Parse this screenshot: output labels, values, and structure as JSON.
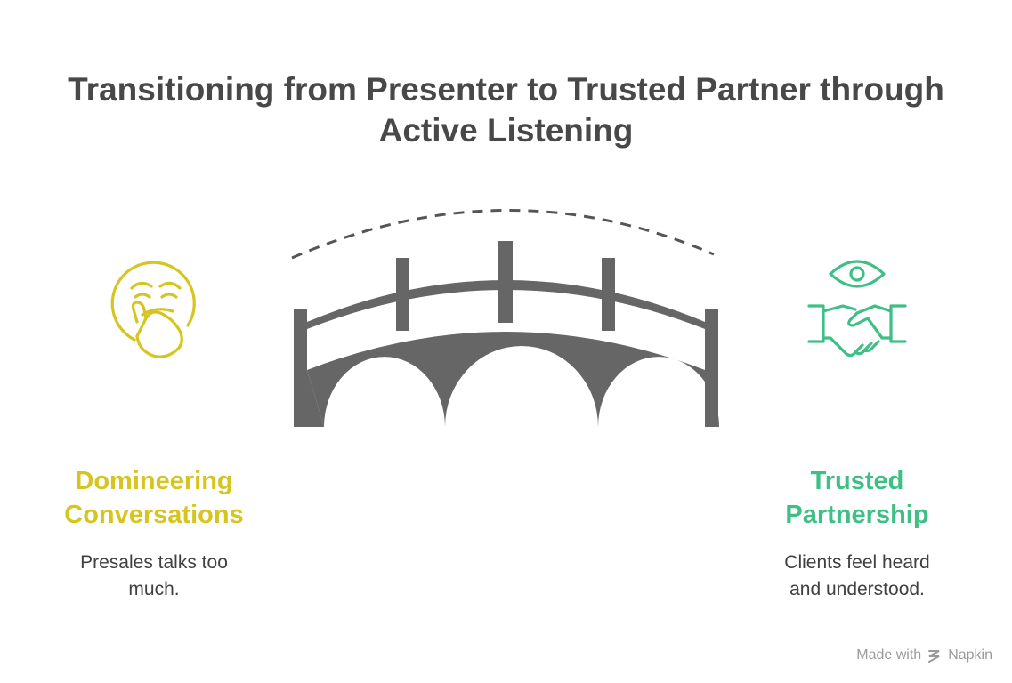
{
  "title": {
    "line1": "Transitioning from Presenter to Trusted Partner through",
    "line2": "Active Listening"
  },
  "left": {
    "icon": "overwhelmed-face-icon",
    "heading_line1": "Domineering",
    "heading_line2": "Conversations",
    "desc_line1": "Presales talks too",
    "desc_line2": "much.",
    "color": "#d6c51f"
  },
  "right": {
    "icon": "eye-handshake-icon",
    "heading_line1": "Trusted",
    "heading_line2": "Partnership",
    "desc_line1": "Clients feel heard",
    "desc_line2": "and understood.",
    "color": "#3dbf85"
  },
  "center": {
    "icon": "arched-bridge-icon",
    "color": "#666666"
  },
  "footer": {
    "made_with": "Made with",
    "brand": "Napkin"
  }
}
